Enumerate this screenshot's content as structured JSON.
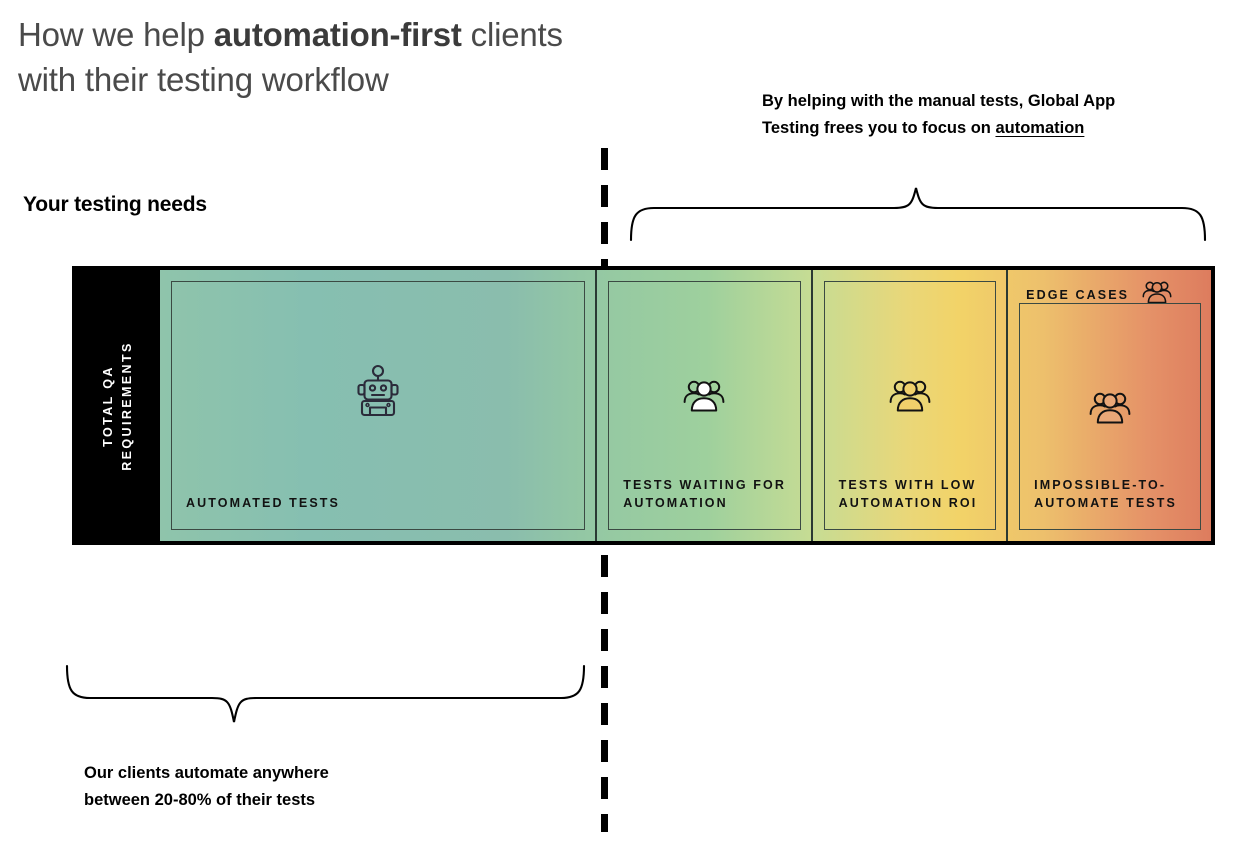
{
  "headline": {
    "part1": "How we help ",
    "emphasis": "automation-first",
    "part2": " clients",
    "line2": "with their testing workflow"
  },
  "top_note": {
    "line1": "By helping with the manual tests, Global App",
    "line2_prefix": "Testing frees you to focus on ",
    "link": "automation"
  },
  "needs_label": "Your testing needs",
  "bar": {
    "vertical_label_line1": "TOTAL QA",
    "vertical_label_line2": "REQUIREMENTS",
    "edge_cases_label": "EDGE CASES",
    "segments": [
      {
        "label": "AUTOMATED TESTS",
        "icon": "robot-icon",
        "width_pct": 41.6
      },
      {
        "label": "TESTS WAITING FOR\nAUTOMATION",
        "icon": "people-group-icon",
        "width_pct": 20.5
      },
      {
        "label": "TESTS WITH LOW\nAUTOMATION ROI",
        "icon": "people-group-icon",
        "width_pct": 18.6
      },
      {
        "label": "IMPOSSIBLE-TO-\nAUTOMATE TESTS",
        "icon": "people-group-icon",
        "width_pct": 19.3
      }
    ]
  },
  "bottom_note": {
    "line1": "Our clients automate anywhere",
    "line2": "between 20-80% of their tests"
  },
  "colors": {
    "bar_border": "#000000",
    "qa_block": "#000000",
    "gradient_start": "#8fc4ab",
    "gradient_mid_green": "#9ed09d",
    "gradient_yellow": "#f2d368",
    "gradient_end": "#dd7c5e",
    "text": "#000000",
    "headline": "#4a4a4a"
  }
}
